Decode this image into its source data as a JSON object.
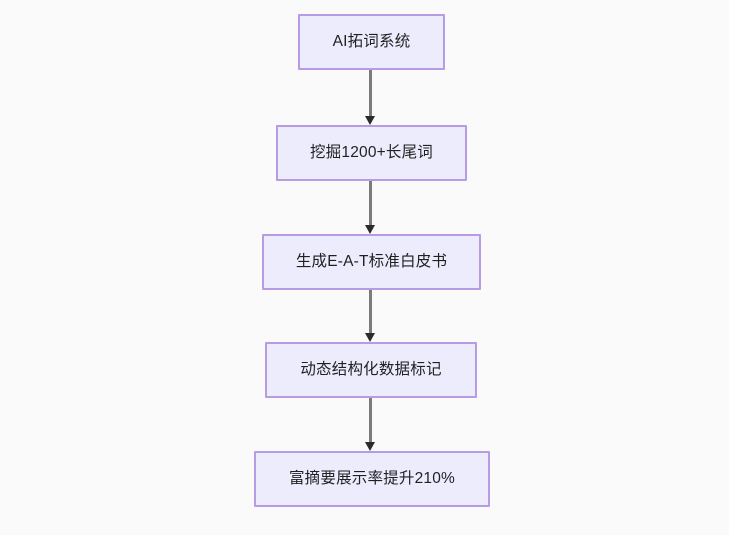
{
  "diagram": {
    "type": "flowchart",
    "orientation": "top-to-bottom",
    "background_color": "#fafafa",
    "node_fill_color": "#ececfd",
    "node_border_color": "#b79ce4",
    "node_text_color": "#1f2020",
    "edge_line_color": "#7b7b7b",
    "edge_arrow_color": "#2b2b2b",
    "nodes": [
      {
        "id": "n1",
        "label": "AI拓词系统"
      },
      {
        "id": "n2",
        "label": "挖掘1200+长尾词"
      },
      {
        "id": "n3",
        "label": "生成E-A-T标准白皮书"
      },
      {
        "id": "n4",
        "label": "动态结构化数据标记"
      },
      {
        "id": "n5",
        "label": "富摘要展示率提升210%"
      }
    ],
    "edges": [
      {
        "id": "e1",
        "from": "n1",
        "to": "n2",
        "arrow": "down"
      },
      {
        "id": "e2",
        "from": "n2",
        "to": "n3",
        "arrow": "down"
      },
      {
        "id": "e3",
        "from": "n3",
        "to": "n4",
        "arrow": "down"
      },
      {
        "id": "e4",
        "from": "n4",
        "to": "n5",
        "arrow": "down"
      }
    ]
  }
}
